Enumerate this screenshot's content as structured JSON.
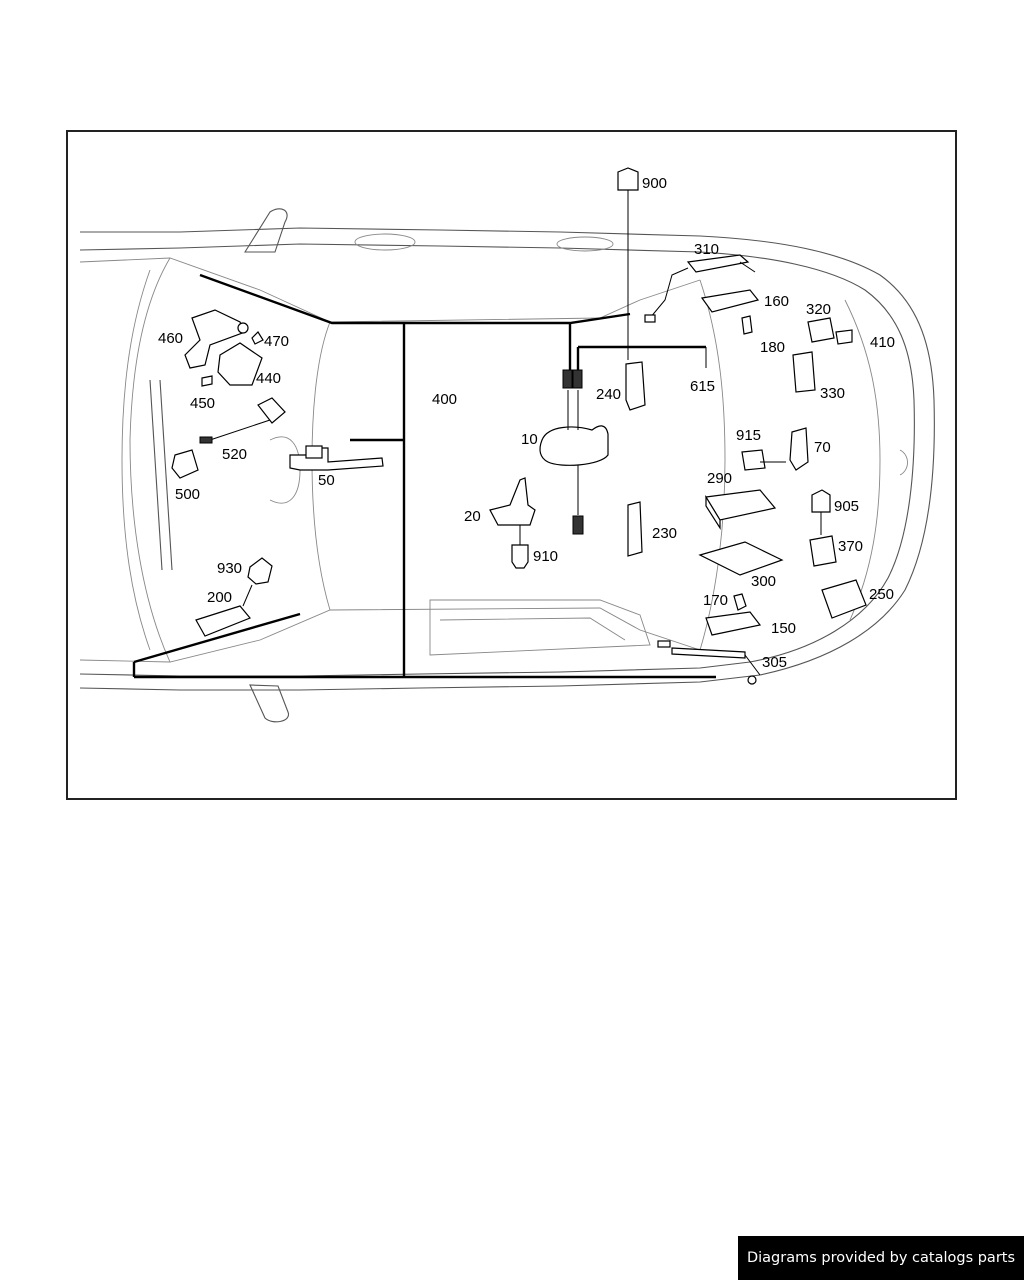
{
  "diagram": {
    "labels": {
      "l10": "10",
      "l20": "20",
      "l50": "50",
      "l70": "70",
      "l150": "150",
      "l160": "160",
      "l170": "170",
      "l180": "180",
      "l200": "200",
      "l230": "230",
      "l240": "240",
      "l250": "250",
      "l290": "290",
      "l300": "300",
      "l305": "305",
      "l310": "310",
      "l320": "320",
      "l330": "330",
      "l370": "370",
      "l400": "400",
      "l410": "410",
      "l440": "440",
      "l450": "450",
      "l460": "460",
      "l470": "470",
      "l500": "500",
      "l520": "520",
      "l615": "615",
      "l900": "900",
      "l905": "905",
      "l910": "910",
      "l915": "915",
      "l930": "930"
    }
  },
  "footer": {
    "text": "Diagrams provided by catalogs parts"
  }
}
